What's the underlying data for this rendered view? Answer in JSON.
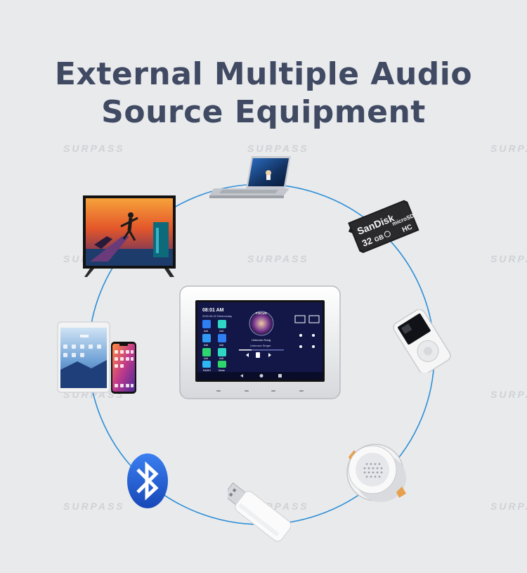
{
  "header": {
    "title_line1": "External Multiple Audio",
    "title_line2": "Source Equipment"
  },
  "watermark": "SURPASS",
  "center_panel": {
    "time": "08:01 AM",
    "date": "2020.06.22 Wednesday",
    "album_text": "FOCUS",
    "song": "Unknown Song",
    "singer": "Unknown Singer",
    "apps": [
      "Add",
      "Add",
      "Add",
      "Add",
      "Add",
      "Add",
      "RADIO",
      "Music"
    ]
  },
  "sdcard": {
    "brand": "SanDisk",
    "capacity": "32",
    "unit": "GB",
    "type": "microSD",
    "hc": "HC"
  },
  "colors": {
    "title": "#404a63",
    "orbit": "#2d8fd6",
    "bluetooth": "#1e5fd8"
  },
  "icons": [
    "laptop-icon",
    "tv-icon",
    "sd-card-icon",
    "mp3-player-icon",
    "tablet-icon",
    "smartphone-icon",
    "bluetooth-icon",
    "usb-drive-icon",
    "ceiling-speaker-icon"
  ]
}
